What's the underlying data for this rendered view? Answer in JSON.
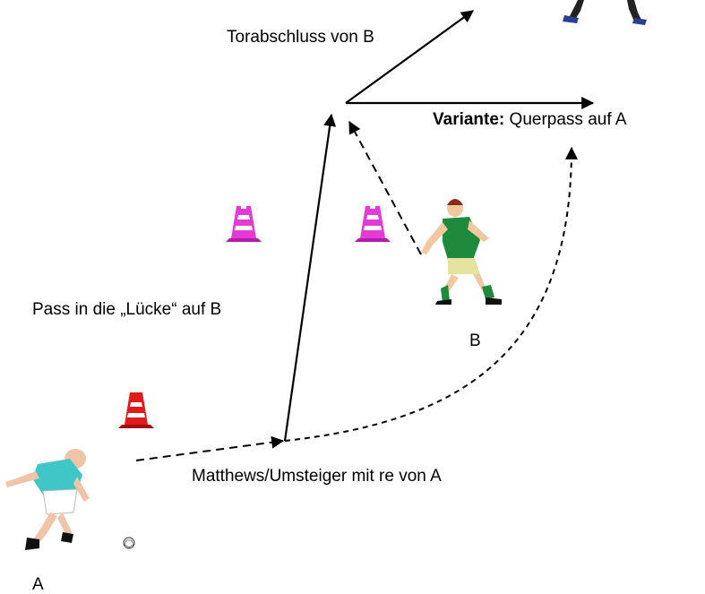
{
  "labels": {
    "shot": "Torabschluss von B",
    "variant_bold": "Variante:",
    "variant_rest": " Querpass auf A",
    "pass_gap": "Pass in die „Lücke“ auf B",
    "player_b": "B",
    "dribble": "Matthews/Umsteiger mit re von A",
    "player_a": "A"
  },
  "icons": {
    "cone_magenta_left": "traffic-cone-icon",
    "cone_magenta_right": "traffic-cone-icon",
    "cone_red": "traffic-cone-icon",
    "player_a": "player-figure-icon",
    "player_b": "player-figure-icon",
    "player_top": "player-figure-icon",
    "ball": "soccer-ball-icon"
  },
  "colors": {
    "cone_magenta": "#e43ad8",
    "cone_red": "#e01b1b",
    "shirt_a": "#3fc7c7",
    "shirt_b": "#1f8a3c",
    "shorts_b": "#e6e2a0",
    "line": "#000000"
  }
}
